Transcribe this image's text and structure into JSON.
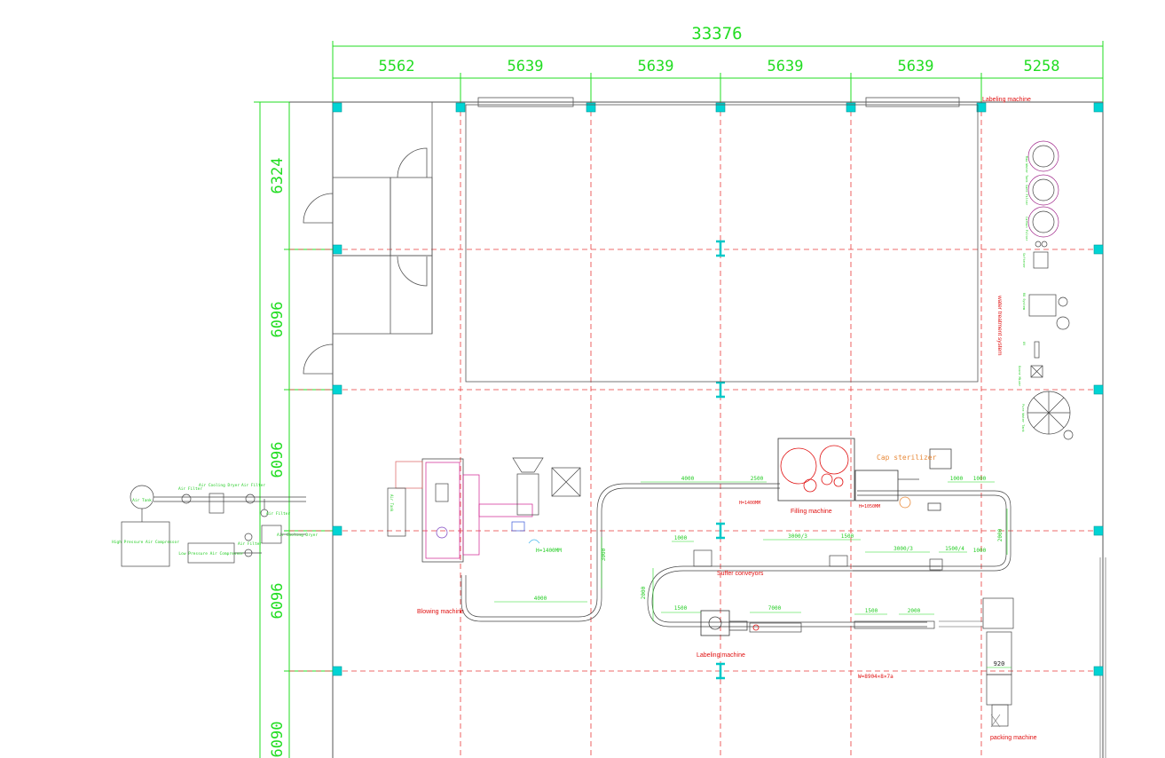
{
  "dimensions": {
    "total": "33376",
    "columns": [
      "5562",
      "5639",
      "5639",
      "5639",
      "5639",
      "5258"
    ],
    "rows": [
      "6324",
      "6096",
      "6096",
      "6096",
      "6090"
    ]
  },
  "labels": {
    "labeling_top": "Labeling machine",
    "water_treatment": "water treatment system",
    "filling": "Filling machine",
    "cap_sterilizer": "Cap sterilizer",
    "blowing": "Blowing machine",
    "buffer": "Suffer conveyors",
    "labeling": "Labeling machine",
    "packing": "packing machine"
  },
  "annotations": {
    "h_1400_blow": "H=1400MM",
    "h_1400_fill": "H=1400MM",
    "h_1050": "H=1050MM",
    "conv_4000": "4000",
    "conv_2500": "2500",
    "conv_1000_a": "1000",
    "conv_1000_b": "1000",
    "conv_2000_a": "2000",
    "conv_2000_b": "2000",
    "conv_3000": "3000",
    "conv_4000b": "4000",
    "buf_1000": "1000",
    "buf_3000_3": "3000/3",
    "buf_1500": "1500",
    "buf_3000_3b": "3000/3",
    "buf_1500_4": "1500/4",
    "buf_1000b": "1000",
    "lab_1500": "1500",
    "lab_7000": "7000",
    "lab_1500b": "1500",
    "lab_2000": "2000",
    "pack_920": "920",
    "pack_area": "W=8904×8×7a",
    "air_tank": "Air Tank",
    "air_filter1": "Air Filter",
    "cooling_dryer": "Air Cooling Dryer",
    "air_filter2": "Air Filter",
    "air_filter3": "Air Filter",
    "air_filter4": "Air Filter",
    "hp_comp": "High Pressure Air Compressor",
    "lp_comp": "Low Pressure Air Compressor",
    "lp_dryer": "Air Cooling Dryer",
    "wt_raw": "Raw Water Tank",
    "wt_sand": "Sand Filter",
    "wt_carbon": "Carbon Filter",
    "wt_softener": "Softener",
    "wt_ro": "RO System",
    "wt_uv": "UV",
    "wt_ozone": "Ozone Mixer",
    "wt_pure": "Pure Water Tank"
  },
  "colors": {
    "grid": "#e83b3b",
    "dim": "#22dd22",
    "column": "#00d4d4",
    "equipment": "#222222",
    "magenta": "#d1208f"
  }
}
